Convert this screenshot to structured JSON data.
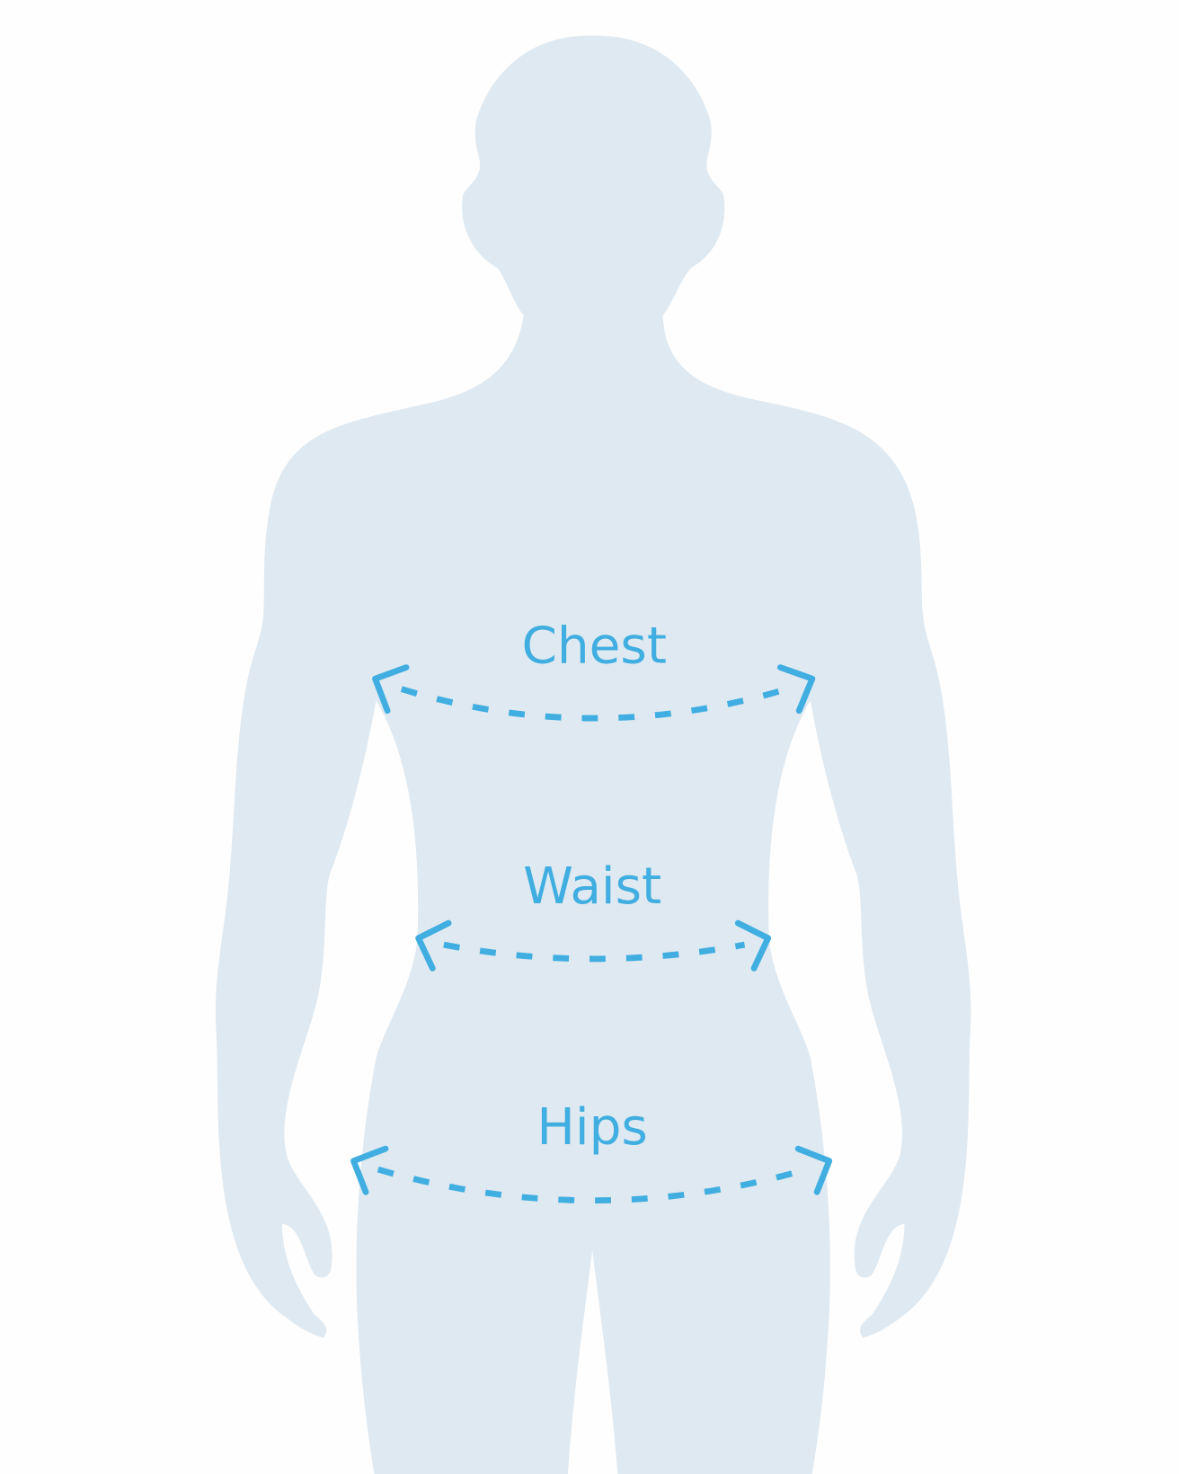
{
  "colors": {
    "body": "#dfe9f1",
    "accent": "#40aee0",
    "background": "#fefefe"
  },
  "measurements": [
    {
      "label": "Chest"
    },
    {
      "label": "Waist"
    },
    {
      "label": "Hips"
    }
  ]
}
